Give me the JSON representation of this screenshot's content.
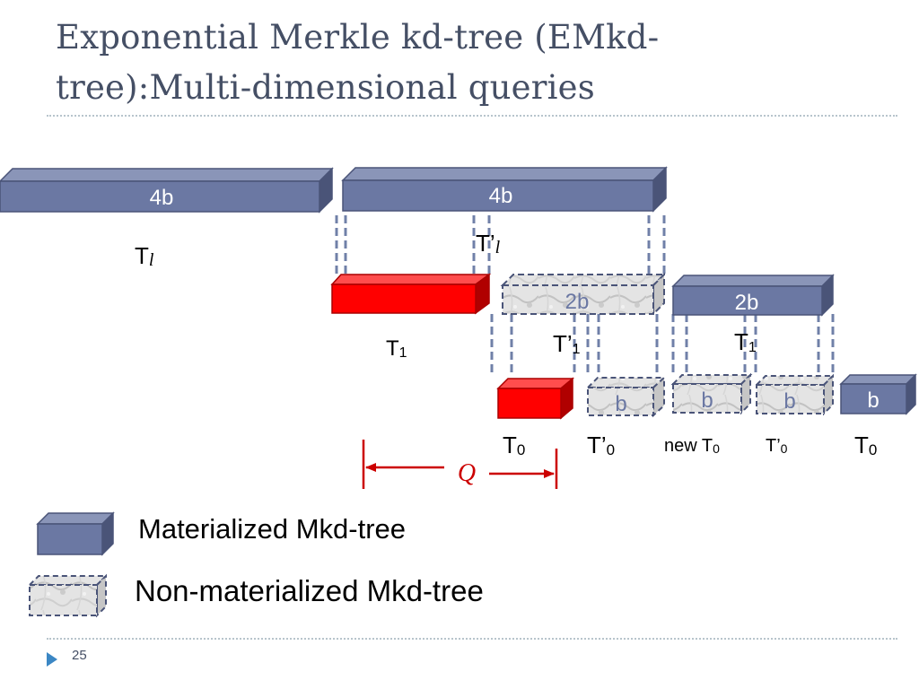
{
  "slide": {
    "title_line1": "Exponential Merkle kd-tree (EMkd-",
    "title_line2": "tree):Multi-dimensional queries",
    "page_number": "25"
  },
  "colors": {
    "materialized": "#6b78a3",
    "materialized_dark": "#4a5478",
    "materialized_top": "#8a95b8",
    "highlight": "#ff0000",
    "highlight_dark": "#aa0000",
    "non_materialized": "#e3e3e3",
    "query": "#cc0000",
    "title": "#454f65"
  },
  "blocks": {
    "tl_size": "4b",
    "tl_label_main": "T",
    "tl_label_sub": "l",
    "tpl_size": "4b",
    "tpl_label_main": "T’",
    "tpl_label_sub": "l",
    "t1_label_main": "T",
    "t1_label_sub": "1",
    "tp1_size": "2b",
    "tp1_label_main": "T’",
    "tp1_label_sub": "1",
    "t1b_size": "2b",
    "t1b_label_main": "T",
    "t1b_label_sub": "1",
    "t0_label_main": "T",
    "t0_label_sub": "0",
    "tp0_size": "b",
    "tp0_label_main": "T’",
    "tp0_label_sub": "0",
    "newt0_size": "b",
    "newt0_label_main": "new T",
    "newt0_label_sub": "0",
    "tp0b_size": "b",
    "tp0b_label_main": "T’",
    "tp0b_label_sub": "0",
    "t0b_size": "b",
    "t0b_label_main": "T",
    "t0b_label_sub": "0"
  },
  "query": {
    "label": "Q"
  },
  "legend": {
    "materialized": "Materialized Mkd-tree",
    "non_materialized": "Non-materialized Mkd-tree"
  }
}
